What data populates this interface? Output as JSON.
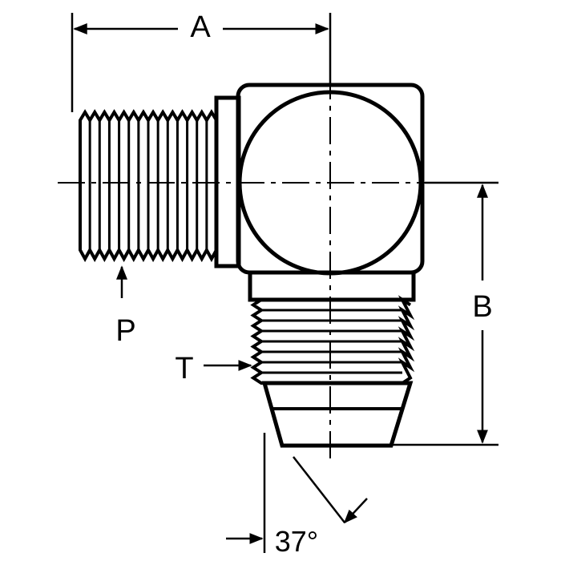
{
  "labels": {
    "dim_a": "A",
    "dim_b": "B",
    "pipe_thread": "P",
    "tube_thread": "T",
    "flare_angle": "37°"
  },
  "colors": {
    "ink": "#000000",
    "paper": "#ffffff"
  }
}
